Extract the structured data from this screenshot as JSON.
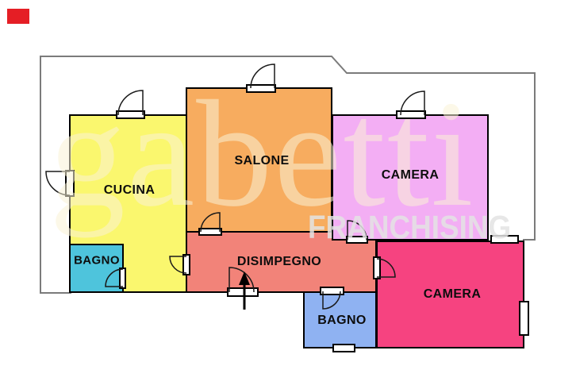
{
  "page": {
    "background": "#ffffff"
  },
  "logo": {
    "color": "#e51e25"
  },
  "watermark": {
    "brand": "gabetti",
    "subtitle": "FRANCHISING",
    "brand_color": "rgba(250,242,214,0.55)",
    "subtitle_color": "rgba(227,227,227,0.85)"
  },
  "plan": {
    "wall_color": "#000000",
    "boundary_color": "#7b7b7b",
    "door_arc_color": "#1a1a1a",
    "rooms": [
      {
        "id": "salone",
        "label": "SALONE",
        "color": "#F7AC5F"
      },
      {
        "id": "disimpegno",
        "label": "DISIMPEGNO",
        "color": "#F28379"
      },
      {
        "id": "camera-1",
        "label": "CAMERA",
        "color": "#F3AEF4"
      },
      {
        "id": "cucina",
        "label": "CUCINA",
        "color": "#FAF76E"
      },
      {
        "id": "bagno-1",
        "label": "BAGNO",
        "color": "#4EC4DC"
      },
      {
        "id": "bagno-2",
        "label": "BAGNO",
        "color": "#8FB2F2"
      },
      {
        "id": "camera-2",
        "label": "CAMERA",
        "color": "#F64380"
      }
    ],
    "entrance_arrow": "up"
  }
}
